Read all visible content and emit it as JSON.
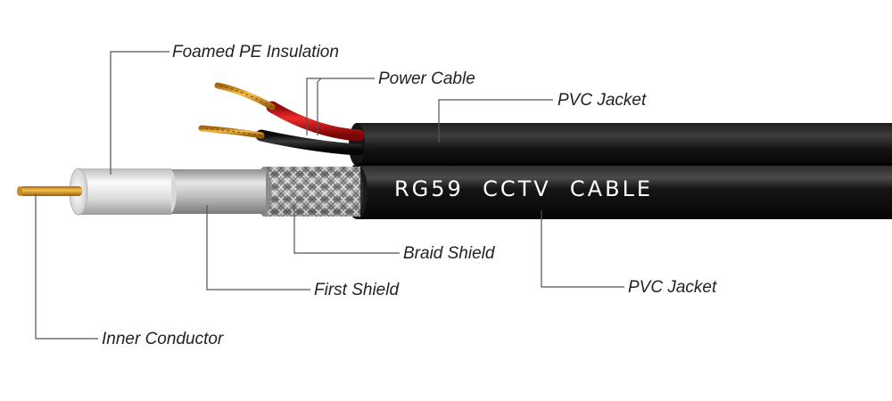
{
  "cable_print": "RG59  CCTV  CABLE",
  "callouts": {
    "foamed_pe": "Foamed PE Insulation",
    "power_cable": "Power Cable",
    "pvc_jacket_top": "PVC Jacket",
    "braid_shield": "Braid Shield",
    "first_shield": "First Shield",
    "pvc_jacket_bottom": "PVC Jacket",
    "inner_conductor": "Inner Conductor"
  },
  "colors": {
    "jacket": "#121212",
    "copper": "#d9941e",
    "red_insulation": "#d51818",
    "black_insulation": "#1c1c1c",
    "foam_pe": "#e8e8e8",
    "foil_shield": "#c4c4c4",
    "braid": "#9a9a9a",
    "label_text": "#222222"
  }
}
